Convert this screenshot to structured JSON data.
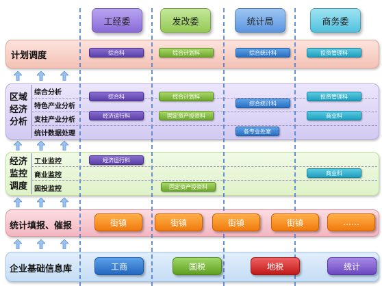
{
  "departments": [
    "工经委",
    "发改委",
    "统计局",
    "商务委"
  ],
  "colors": {
    "dept_purple": "#9b7fe0",
    "dept_green": "#a6d66a",
    "dept_blue": "#6aa6ea",
    "dept_teal": "#6ad0e8",
    "band_plan": "#f7cfc4",
    "band_region": "#ddd6f5",
    "band_monitor": "#e6f5d0",
    "band_report": "#f7c8cf",
    "band_db": "#cfe4f7",
    "dashed_line": "#4a7fd4"
  },
  "plan": {
    "title": "计划调度",
    "items": [
      "综合科",
      "综合计划科",
      "综合统计科",
      "投资管理科"
    ]
  },
  "region": {
    "title": "区域\n经济\n分析",
    "rows": [
      "综合分析",
      "特色产业分析",
      "支柱产业分析",
      "统计数据处理"
    ],
    "items": {
      "zonghe_ke": "综合科",
      "zonghe_jihua_ke": "综合计划科",
      "zonghe_tongji_ke": "综合统计科",
      "touzi_guanli_ke": "投资管理科",
      "jingji_yunxing_ke": "经济运行科",
      "guding_zichan_touzi_ke": "固定资产投资科",
      "shangye_ke": "商业科",
      "ge_zhuanye_chushi": "各专业处室"
    }
  },
  "monitor": {
    "title": "经济\n监控\n调度",
    "rows": [
      "工业监控",
      "商业监控",
      "固投监控"
    ],
    "items": {
      "jingji_yunxing_ke": "经济运行科",
      "shangye_ke": "商业科",
      "guding_zichan_touzi_ke": "固定资产投资科"
    }
  },
  "report": {
    "title": "统计填报、催报",
    "tabs": [
      "街镇",
      "街镇",
      "街镇",
      "街镇",
      "……"
    ]
  },
  "database": {
    "title": "企业基础信息库",
    "items": [
      "工商",
      "国税",
      "地税",
      "统计"
    ]
  }
}
